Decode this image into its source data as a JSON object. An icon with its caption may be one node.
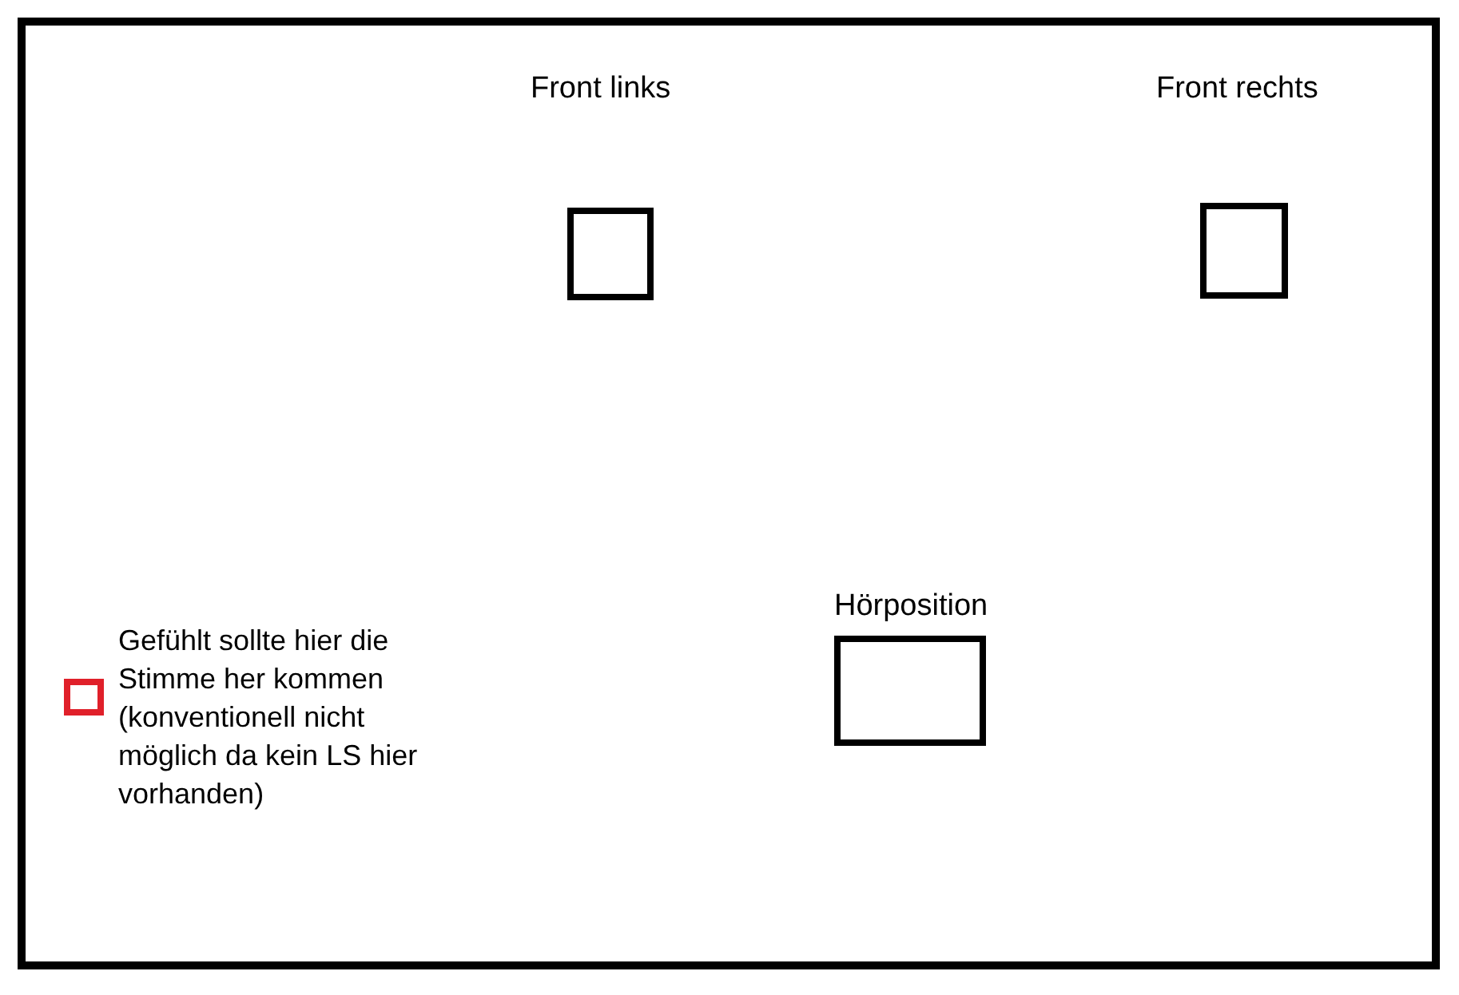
{
  "diagram": {
    "nodes": [
      {
        "text": [
          "Front links"
        ]
      },
      {
        "text": [
          "Front rechts"
        ]
      },
      {
        "text": [
          "Hörposition"
        ]
      },
      {
        "text": [
          "Gefühlt sollte hier die Stimme her kommen (konventionell nicht möglich da kein LS hier vorhanden)"
        ]
      }
    ]
  }
}
